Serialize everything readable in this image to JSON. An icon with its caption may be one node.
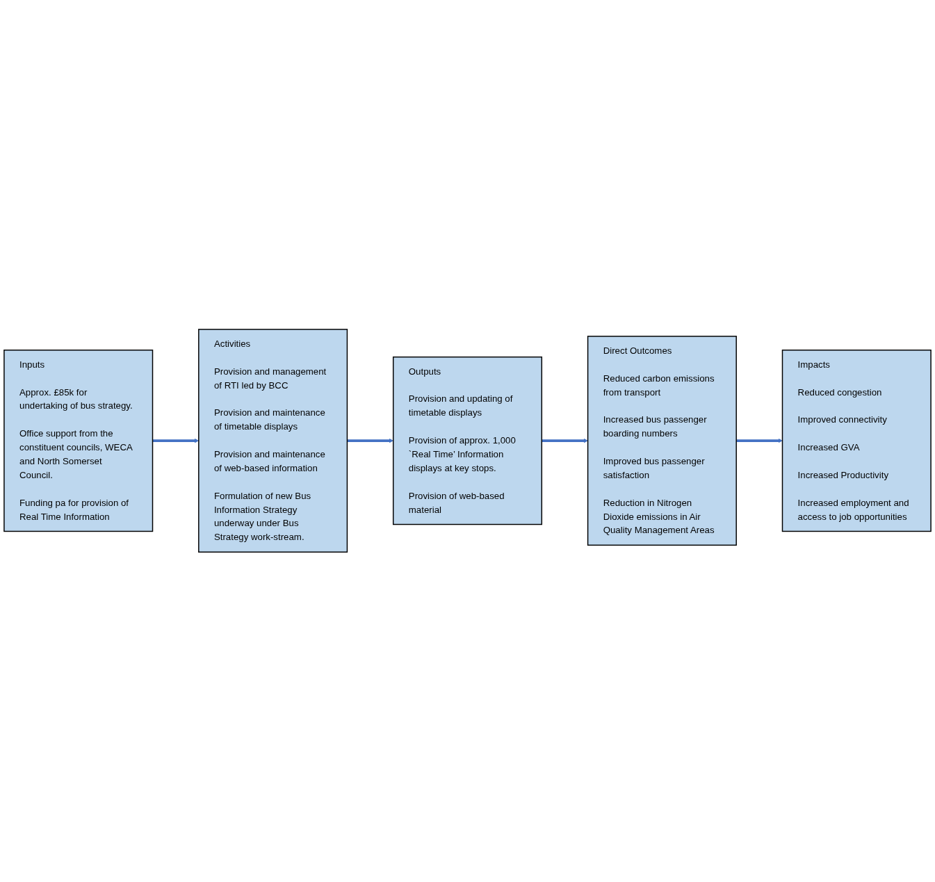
{
  "diagram": {
    "nodes": [
      {
        "text": [
          "Inputs",
          "Approx. £85k for undertaking of bus strategy.",
          "Office support from the constituent councils, WECA and North Somerset Council.",
          "Funding pa for provision of Real Time Information"
        ]
      },
      {
        "text": [
          "Activities",
          "Provision and management of RTI led by BCC",
          "Provision and maintenance of timetable displays",
          "Provision and maintenance of web-based information",
          "Formulation of new Bus Information Strategy underway under Bus Strategy work-stream."
        ]
      },
      {
        "text": [
          "Outputs",
          "Provision and updating of timetable displays",
          "Provision of approx. 1,000 `Real Time’ Information displays at key stops.",
          "Provision of web-based material"
        ]
      },
      {
        "text": [
          "Direct Outcomes",
          "Reduced carbon emissions from transport",
          "Increased bus passenger boarding numbers",
          "Improved bus passenger satisfaction",
          "Reduction in Nitrogen Dioxide emissions in Air Quality Management Areas"
        ]
      },
      {
        "text": [
          "Impacts",
          "Reduced congestion",
          "Improved connectivity",
          "Increased GVA",
          "Increased Productivity",
          "Increased employment and access to job opportunities"
        ]
      }
    ],
    "edges": [
      {
        "from": 0,
        "to": 1,
        "arrow": "to"
      },
      {
        "from": 1,
        "to": 2,
        "arrow": "to"
      },
      {
        "from": 2,
        "to": 3,
        "arrow": "to"
      },
      {
        "from": 3,
        "to": 4,
        "arrow": "to"
      }
    ]
  }
}
